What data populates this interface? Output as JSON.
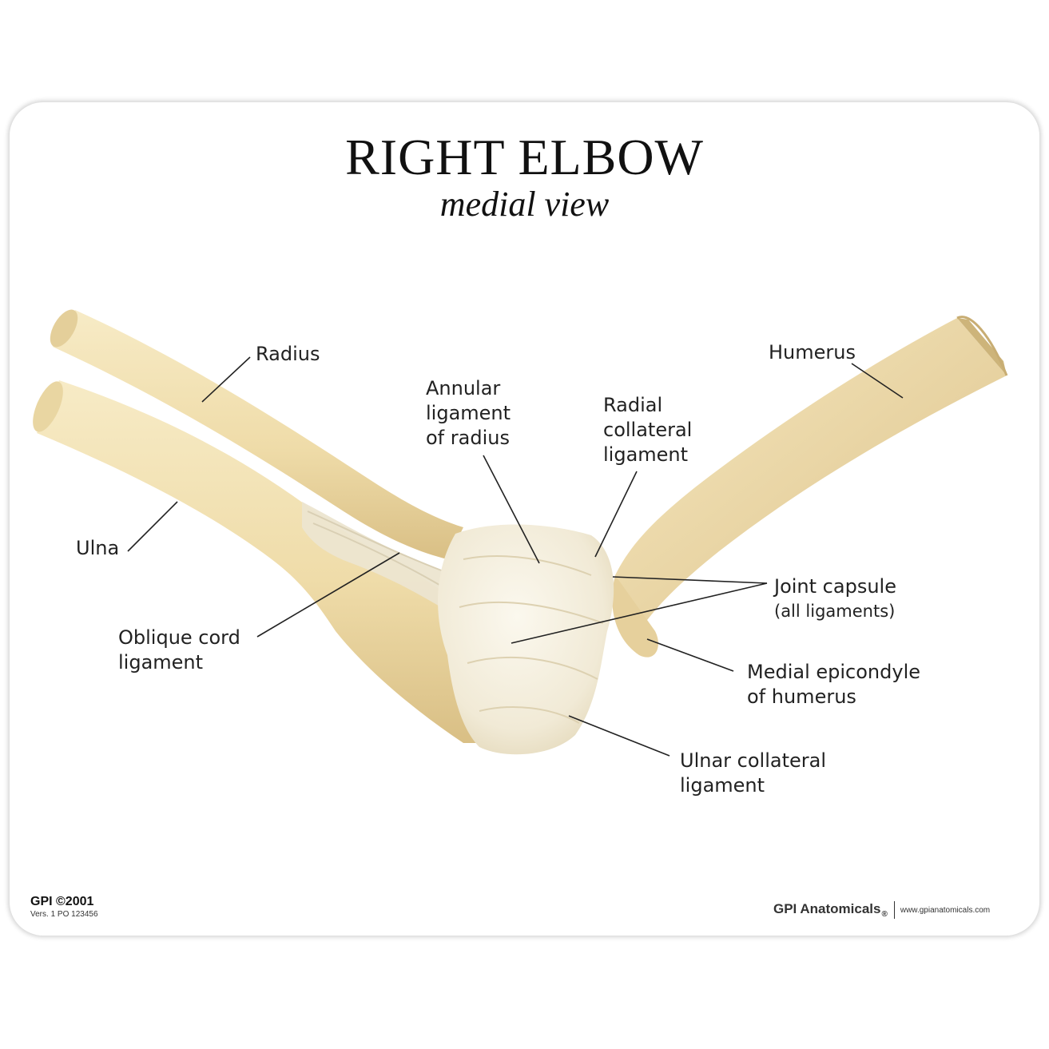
{
  "title": "RIGHT ELBOW",
  "subtitle": "medial view",
  "labels": {
    "radius": [
      "Radius"
    ],
    "humerus": [
      "Humerus"
    ],
    "annular": [
      "Annular",
      "ligament",
      "of radius"
    ],
    "radial_collateral": [
      "Radial",
      "collateral",
      "ligament"
    ],
    "ulna": [
      "Ulna"
    ],
    "joint_capsule": [
      "Joint capsule",
      "(all ligaments)"
    ],
    "oblique_cord": [
      "Oblique cord",
      "ligament"
    ],
    "medial_epicondyle": [
      "Medial epicondyle",
      "of humerus"
    ],
    "ulnar_collateral": [
      "Ulnar collateral",
      "ligament"
    ]
  },
  "footer": {
    "copyright": "GPI ©2001",
    "version": "Vers. 1 PO 123456",
    "brand": "GPI Anatomicals",
    "registered": "®",
    "website": "www.gpianatomicals.com"
  },
  "colors": {
    "bone": "#f2e0b0",
    "bone_shade": "#dcc48a",
    "ligament": "#f4eedd",
    "leader_line": "#222222"
  }
}
